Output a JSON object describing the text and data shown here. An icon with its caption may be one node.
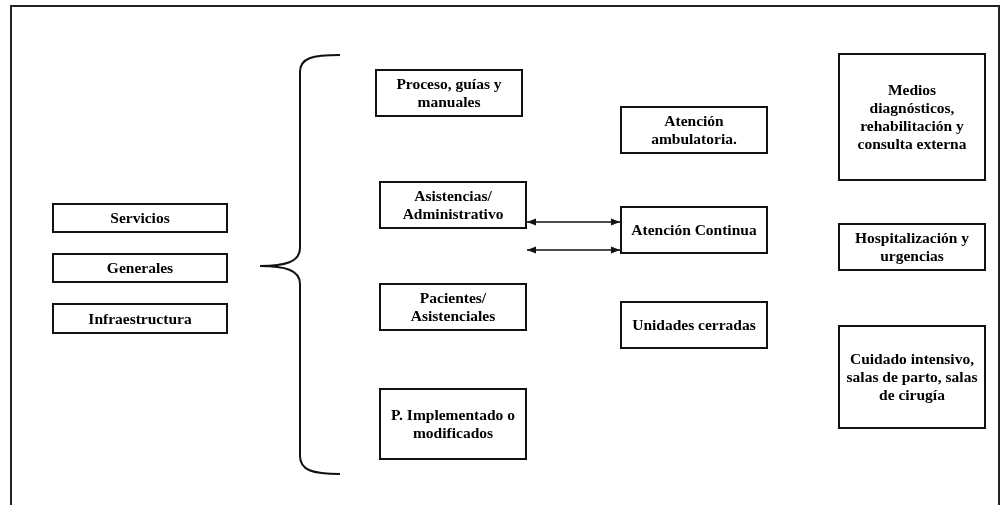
{
  "diagram": {
    "nodes": [
      {
        "text": [
          "Servicios"
        ]
      },
      {
        "text": [
          "Generales"
        ]
      },
      {
        "text": [
          "Infraestructura"
        ]
      },
      {
        "text": [
          "Proceso, guías y manuales"
        ]
      },
      {
        "text": [
          "Asistencias/ Administrativo"
        ]
      },
      {
        "text": [
          "Pacientes/ Asistenciales"
        ]
      },
      {
        "text": [
          "P. Implementado o modificados"
        ]
      },
      {
        "text": [
          "Atención ambulatoria."
        ]
      },
      {
        "text": [
          "Atención Continua"
        ]
      },
      {
        "text": [
          "Unidades cerradas"
        ]
      },
      {
        "text": [
          "Medios diagnósticos, rehabilitación y consulta externa"
        ]
      },
      {
        "text": [
          "Hospitalización y urgencias"
        ]
      },
      {
        "text": [
          "Cuidado intensivo, salas de parto, salas de cirugía"
        ]
      }
    ],
    "edges": [
      {
        "from": 4,
        "to": 8,
        "arrow": "both"
      },
      {
        "from": 4,
        "to": 8,
        "arrow": "both"
      }
    ]
  }
}
